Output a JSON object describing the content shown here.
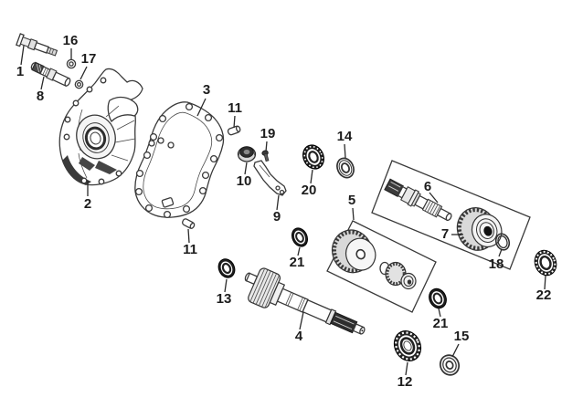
{
  "diagram": {
    "figure_type": "exploded-parts-diagram",
    "subject": "scooter transmission / mission case exploded view",
    "background_color": "#ffffff",
    "ink_color": "#2f2f2f",
    "callouts": [
      {
        "part": "flange-bolt",
        "label": "1"
      },
      {
        "part": "transmission-case-cover",
        "label": "2"
      },
      {
        "part": "cover-gasket",
        "label": "3"
      },
      {
        "part": "final-drive-shaft",
        "label": "4"
      },
      {
        "part": "reduction-gear-set",
        "label": "5"
      },
      {
        "part": "input-drive-shaft",
        "label": "6"
      },
      {
        "part": "driven-gear",
        "label": "7"
      },
      {
        "part": "spindle-shaft",
        "label": "8"
      },
      {
        "part": "lever-arm",
        "label": "9"
      },
      {
        "part": "flange-nut",
        "label": "10"
      },
      {
        "part": "dowel-pin-upper",
        "label": "11"
      },
      {
        "part": "dowel-pin-lower",
        "label": "11"
      },
      {
        "part": "ball-bearing-large",
        "label": "12"
      },
      {
        "part": "oil-seal-left",
        "label": "13"
      },
      {
        "part": "ball-bearing-small",
        "label": "14"
      },
      {
        "part": "ball-bearing-mid",
        "label": "15"
      },
      {
        "part": "washer-upper",
        "label": "16"
      },
      {
        "part": "washer-lower",
        "label": "17"
      },
      {
        "part": "snap-ring",
        "label": "18"
      },
      {
        "part": "small-screw",
        "label": "19"
      },
      {
        "part": "oil-seal-center",
        "label": "20"
      },
      {
        "part": "oil-seal-a",
        "label": "21"
      },
      {
        "part": "oil-seal-b",
        "label": "21"
      },
      {
        "part": "ball-bearing-right",
        "label": "22"
      }
    ],
    "groups": [
      {
        "name": "drive-shaft-assembly-box"
      },
      {
        "name": "gear-set-box"
      }
    ]
  }
}
